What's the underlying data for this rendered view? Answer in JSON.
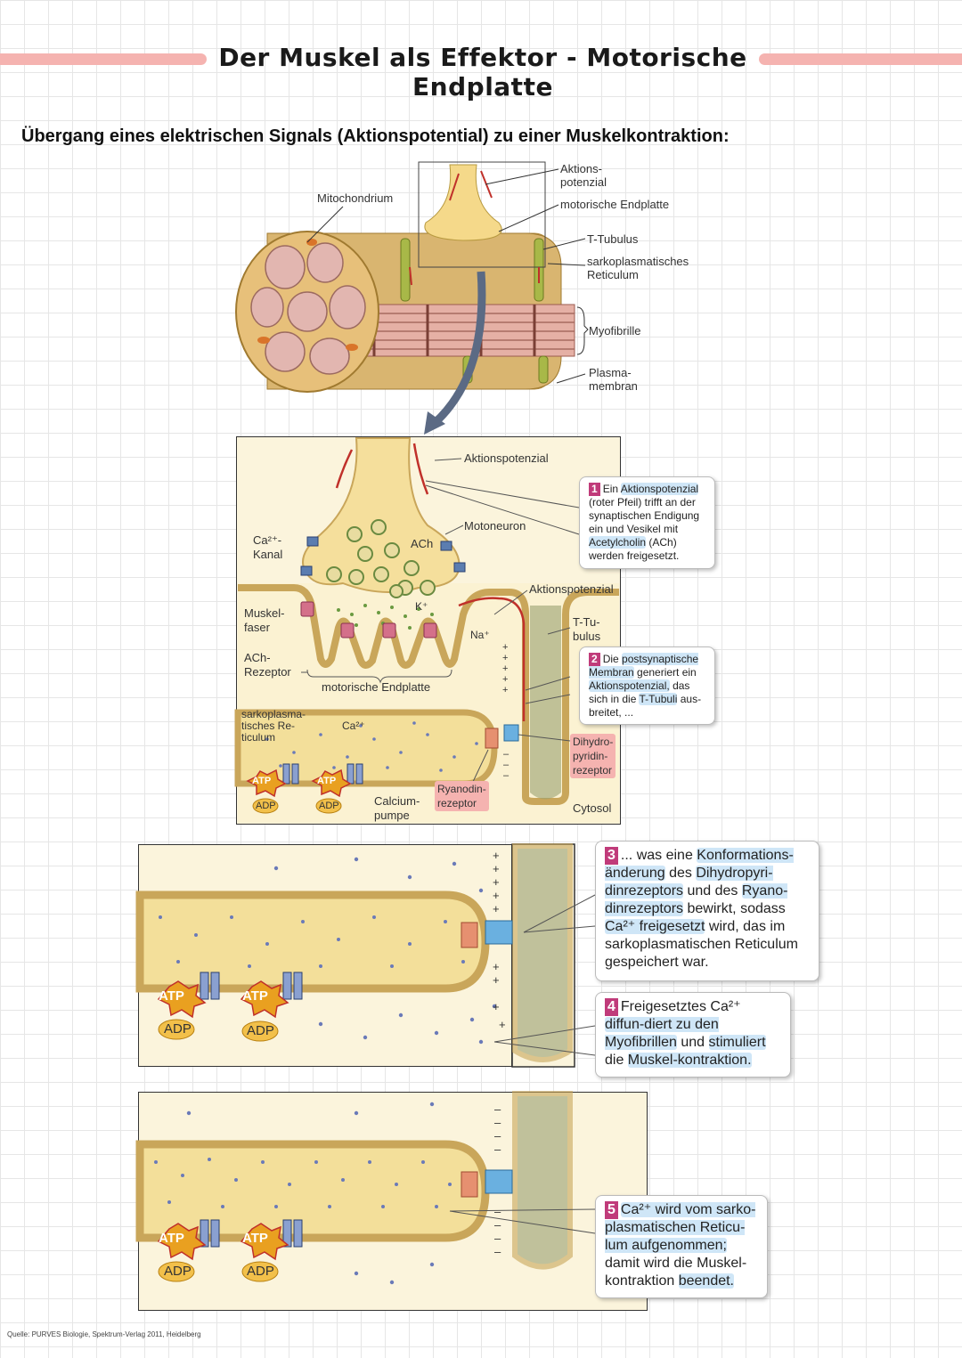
{
  "title": "Der Muskel als Effektor - Motorische Endplatte",
  "subheading": "Übergang eines elektrischen Signals (Aktionspotential) zu einer Muskelkontraktion:",
  "overview": {
    "mitochondrium": "Mitochondrium",
    "aktionspotenzial": "Aktions-\npotenzial",
    "motorische_endplatte": "motorische Endplatte",
    "t_tubulus": "T-Tubulus",
    "sr": "sarkoplasmatisches\nReticulum",
    "myofibrille": "Myofibrille",
    "plasmamembran": "Plasma-\nmembran"
  },
  "detail": {
    "aktionspotenzial_top": "Aktionspotenzial",
    "motoneuron": "Motoneuron",
    "ca_kanal": "Ca²⁺-\nKanal",
    "ach": "ACh",
    "k": "K⁺",
    "na": "Na⁺",
    "aktionspotenzial_right": "Aktionspotenzial",
    "muskelfaser": "Muskel-\nfaser",
    "t_tubulus": "T-Tu-\nbulus",
    "ach_rezeptor": "ACh-\nRezeptor",
    "motorische_endplatte": "motorische Endplatte",
    "sr": "sarkoplasma-\ntisches Re-\nticulum",
    "ca": "Ca²⁺",
    "dhp": "Dihydro-\npyridin-\nrezeptor",
    "ryanodin": "Ryanodin-\nrezeptor",
    "calcium_pumpe": "Calcium-\npumpe",
    "cytosol": "Cytosol",
    "atp": "ATP",
    "adp": "ADP"
  },
  "steps": {
    "s1": {
      "num": "1",
      "pre": "Ein ",
      "h1": "Aktionspotenzial",
      "mid": " (roter Pfeil) trifft an der synaptischen Endigung ein und Vesikel mit ",
      "h2": "Acetylcholin",
      "post": " (ACh) werden freigesetzt."
    },
    "s2": {
      "num": "2",
      "pre": "Die ",
      "h1": "postsynaptische Membran",
      "mid": " generiert ein ",
      "h2": "Aktionspotenzial,",
      "mid2": " das sich in die ",
      "h3": "T-Tubuli",
      "post": " aus-breitet, ..."
    },
    "s3": {
      "num": "3",
      "pre": "... was eine ",
      "h1": "Konformations-änderung",
      "mid": " des ",
      "h2": "Dihydropyri-dinrezeptors",
      "mid2": " und des ",
      "h3": "Ryano-dinrezeptors",
      "mid3": " bewirkt, sodass ",
      "h4": "Ca²⁺ freigesetzt",
      "post": " wird, das im sarkoplasmatischen Reticulum gespeichert war."
    },
    "s4": {
      "num": "4",
      "pre": "Freigesetztes Ca²⁺ ",
      "h1": "diffun-diert zu den Myofibrillen",
      "mid": " und ",
      "h2": "stimuliert",
      "mid2": " die ",
      "h3": "Muskel-kontraktion.",
      "post": ""
    },
    "s5": {
      "num": "5",
      "pre": "",
      "h1": "Ca²⁺ wird vom sarko-plasmatischen Reticu-lum aufgenommen;",
      "mid": " damit wird die Muskel-kontraktion ",
      "h2": "beendet.",
      "post": ""
    }
  },
  "source": "Quelle: PURVES Biologie, Spektrum-Verlag 2011, Heidelberg"
}
